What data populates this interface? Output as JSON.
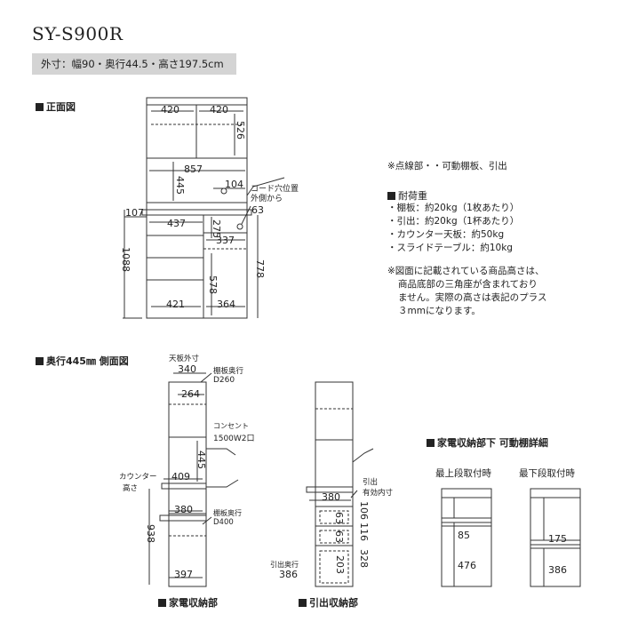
{
  "header": {
    "model": "SY-S900R",
    "outer_dimensions": "外寸：幅90・奥行44.5・高さ197.5cm"
  },
  "front_view": {
    "title": "正面図",
    "labels": {
      "w420a": "420",
      "w420b": "420",
      "h526": "526",
      "w857": "857",
      "h445": "445",
      "d104": "104",
      "cord": "コード穴位置",
      "cord2": "外側から",
      "d63": "63",
      "d107": "107",
      "w437": "437",
      "h275": "275",
      "w337": "337",
      "h1088": "1088",
      "h578": "578",
      "h778": "778",
      "w421": "421",
      "w364": "364"
    }
  },
  "notes": {
    "dotted": "※点線部・・可動棚板、引出",
    "load_title": "耐荷重",
    "load_items": [
      "・棚板：約20kg（1枚あたり）",
      "・引出：約20kg（1杯あたり）",
      "・カウンター天板：約50kg",
      "・スライドテーブル：約10kg"
    ],
    "height_note": [
      "※図面に記載されている商品高さは、",
      "商品底部の三角座が含まれており",
      "ません。実際の高さは表記のプラス",
      "３mmになります。"
    ]
  },
  "side_view": {
    "title": "奥行445㎜ 側面図",
    "labels": {
      "top_outer": "天板外寸",
      "d340": "340",
      "shelf_depth": "棚板奥行",
      "d260": "D260",
      "d264": "264",
      "outlet": "コンセント",
      "outlet2": "1500W2口",
      "h445": "445",
      "counter": "カウンター",
      "counter2": "高さ",
      "d409": "409",
      "d380": "380",
      "shelf_depth2": "棚板奥行",
      "d400": "D400",
      "h938": "938",
      "d397": "397"
    },
    "appliance_section": "家電収納部"
  },
  "drawer_view": {
    "labels": {
      "inner": "引出",
      "inner2": "有効内寸",
      "d380": "380",
      "h106": "106",
      "h63a": "63",
      "h116": "116",
      "h63b": "63",
      "h328": "328",
      "h203": "203",
      "drawer_depth": "引出奥行",
      "d386": "386"
    },
    "section": "引出収納部"
  },
  "detail_view": {
    "title": "家電収納部下 可動棚詳細",
    "top_label": "最上段取付時",
    "bottom_label": "最下段取付時",
    "top_values": {
      "a": "85",
      "b": "476"
    },
    "bottom_values": {
      "a": "175",
      "b": "386"
    }
  }
}
